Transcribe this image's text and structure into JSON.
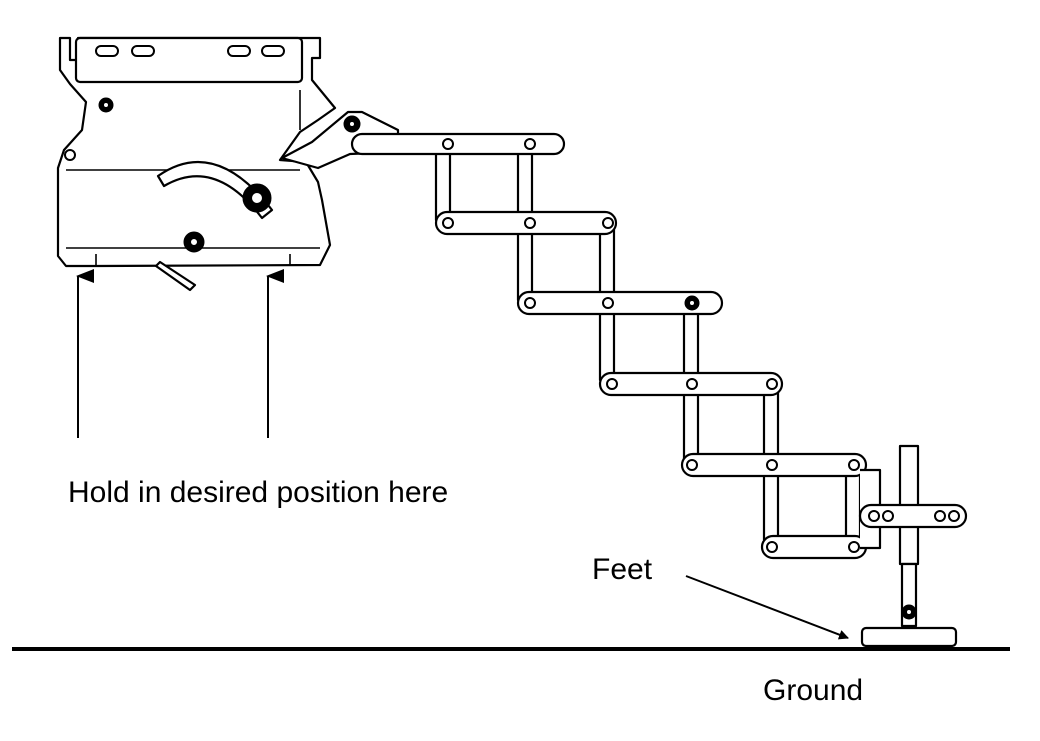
{
  "labels": {
    "hold": "Hold in desired position here",
    "feet": "Feet",
    "ground": "Ground"
  },
  "colors": {
    "line": "#000000",
    "background": "#ffffff"
  }
}
